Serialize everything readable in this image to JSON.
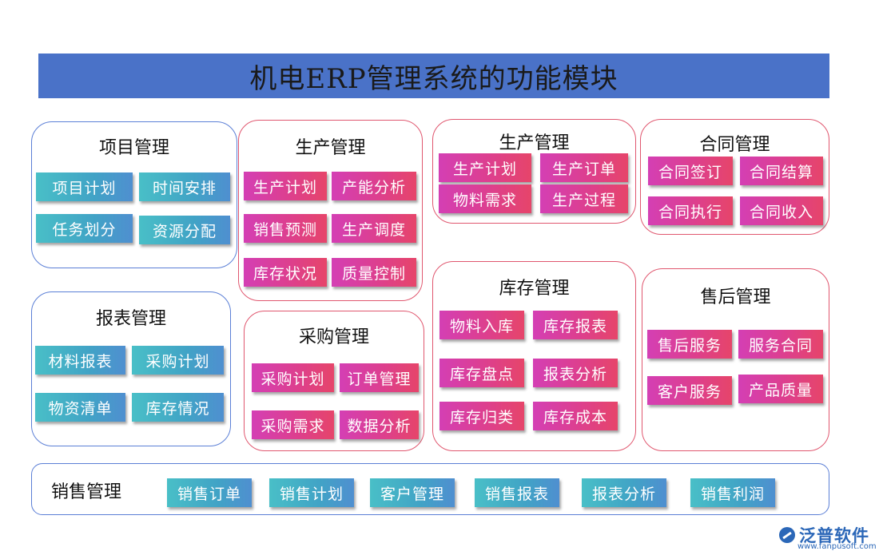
{
  "title": "机电ERP管理系统的功能模块",
  "modules": {
    "xiangmu": {
      "title": "项目管理",
      "items": [
        "项目计划",
        "时间安排",
        "任务划分",
        "资源分配"
      ]
    },
    "shengchan1": {
      "title": "生产管理",
      "items": [
        "生产计划",
        "产能分析",
        "销售预测",
        "生产调度",
        "库存状况",
        "质量控制"
      ]
    },
    "shengchan2": {
      "title": "生产管理",
      "items": [
        "生产计划",
        "生产订单",
        "物料需求",
        "生产过程"
      ]
    },
    "hetong": {
      "title": "合同管理",
      "items": [
        "合同签订",
        "合同结算",
        "合同执行",
        "合同收入"
      ]
    },
    "baobiao": {
      "title": "报表管理",
      "items": [
        "材料报表",
        "采购计划",
        "物资清单",
        "库存情况"
      ]
    },
    "caigou": {
      "title": "采购管理",
      "items": [
        "采购计划",
        "订单管理",
        "采购需求",
        "数据分析"
      ]
    },
    "kucun": {
      "title": "库存管理",
      "items": [
        "物料入库",
        "库存报表",
        "库存盘点",
        "报表分析",
        "库存归类",
        "库存成本"
      ]
    },
    "shouhou": {
      "title": "售后管理",
      "items": [
        "售后服务",
        "服务合同",
        "客户服务",
        "产品质量"
      ]
    },
    "xiaoshou": {
      "title": "销售管理",
      "items": [
        "销售订单",
        "销售计划",
        "客户管理",
        "销售报表",
        "报表分析",
        "销售利润"
      ]
    }
  },
  "logo": {
    "name": "泛普软件",
    "url": "www.fanpusoft.com"
  },
  "colors": {
    "title_bar": "#4a72c8",
    "blue_border": "#5b7fd6",
    "red_border": "#e0576f",
    "teal_button": "#45b0c6",
    "pink_button": "#dd3f8e"
  }
}
